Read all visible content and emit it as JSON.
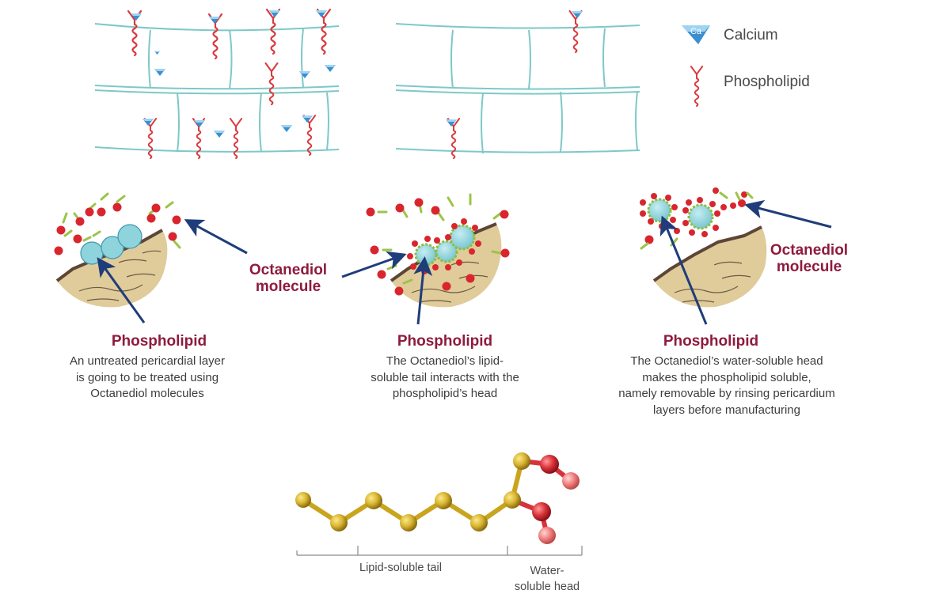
{
  "legend": {
    "calcium_label": "Calcium",
    "calcium_symbol": "Ca",
    "phospholipid_label": "Phospholipid"
  },
  "octanediol_label_1": [
    "Octanediol",
    "molecule"
  ],
  "octanediol_label_2": [
    "Octanediol",
    "molecule"
  ],
  "panels": [
    {
      "title": "Phospholipid",
      "lines": [
        "An untreated pericardial layer",
        "is going to be treated using",
        "Octanediol molecules"
      ]
    },
    {
      "title": "Phospholipid",
      "lines": [
        "The Octanediol’s lipid-",
        "soluble tail interacts with the",
        "phospholipid’s head"
      ]
    },
    {
      "title": "Phospholipid",
      "lines": [
        "The Octanediol’s water-soluble head",
        "makes the phospholipid soluble,",
        "namely removable by rinsing pericardium",
        "layers before manufacturing"
      ]
    }
  ],
  "molecule_axis": {
    "tail_label": "Lipid-soluble tail",
    "head_label": [
      "Water-",
      "soluble head"
    ]
  },
  "colors": {
    "membrane": "#7ec8c8",
    "phospholipid": "#d9393e",
    "calcium": "#3b8fd0",
    "title": "#8e1b3e",
    "arrow": "#1f3d7a",
    "tissue": "#e0cb9a",
    "tissue_edge": "#5b4637",
    "carbon": "#d9b531",
    "oxygen": "#d8323a",
    "hydrogen": "#ef7878",
    "micelle": "#8fd3dc",
    "micelle_ring": "#8bbf3f",
    "dot": "#d9262e",
    "stick": "#9cc448"
  }
}
